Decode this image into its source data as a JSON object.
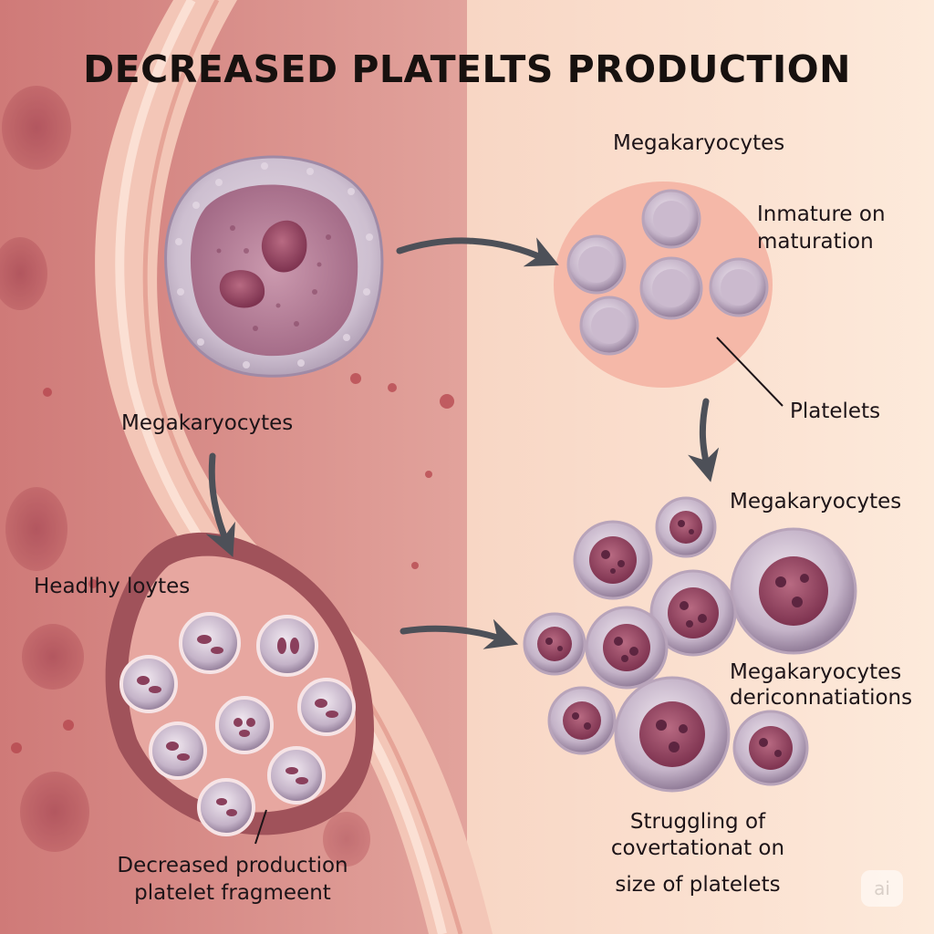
{
  "title": "DECREASED PLATELTS PRODUCTION",
  "labels": {
    "left_megakaryocytes": "Megakaryocytes",
    "healthy_cells": "Headlhy loytes",
    "decreased_line1": "Decreased production",
    "decreased_line2": "platelet fragmeent",
    "right_megakaryocytes_top": "Megakaryocytes",
    "immature_line1": "Inmature on",
    "immature_line2": "maturation",
    "platelets": "Platelets",
    "right_megakaryocytes_mid": "Megakaryocytes",
    "dericon_line1": "Megakaryocytes",
    "dericon_line2": "dericonnatiations",
    "struggle_line1": "Struggling of",
    "struggle_line2": "covertationat on",
    "struggle_line3": "size of platelets"
  },
  "watermark": "ai",
  "colors": {
    "left_bg": "#d98f8a",
    "right_bg": "#fbe2d0",
    "cell_membrane": "#c9bfd0",
    "nucleus": "#9a4c66",
    "arrow": "#5a5d66",
    "title": "#17110f"
  }
}
